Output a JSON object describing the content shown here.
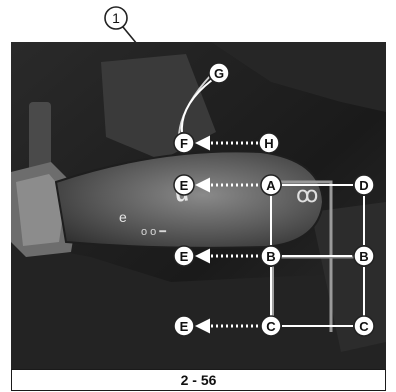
{
  "figure_number": "2 - 56",
  "callout": "1",
  "nodes": [
    "G",
    "F",
    "H",
    "E",
    "A",
    "D",
    "E",
    "B",
    "B",
    "E",
    "C",
    "C"
  ]
}
